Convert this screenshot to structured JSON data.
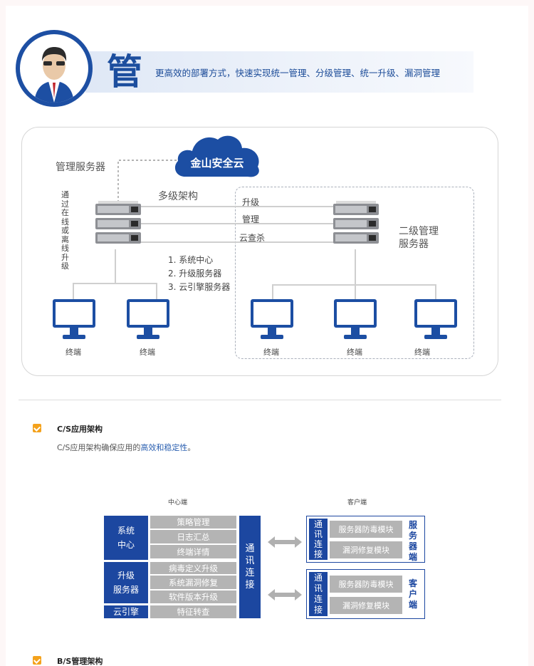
{
  "header": {
    "big_char": "管",
    "tagline": "更高效的部署方式，快速实现统一管理、分级管理、统一升级、漏洞管理"
  },
  "diagram1": {
    "mgmt_server_label": "管理服务器",
    "cloud_label": "金山安全云",
    "multi_level_label": "多级架构",
    "vertical_note": "通过在线或离线升级",
    "links": [
      "升级",
      "管理",
      "云查杀"
    ],
    "second_level_label_line1": "二级管理",
    "second_level_label_line2": "服务器",
    "components": [
      "1. 系统中心",
      "2. 升级服务器",
      "3. 云引擎服务器"
    ],
    "terminals": [
      "终端",
      "终端",
      "终端",
      "终端",
      "终端"
    ]
  },
  "section_cs": {
    "title": "C/S应用架构",
    "desc_prefix": "C/S应用架构确保应用的",
    "desc_highlight": "高效和稳定性",
    "desc_suffix": "。"
  },
  "diagram2": {
    "center_label": "中心端",
    "client_label": "客户端",
    "left_blocks": [
      {
        "name": "系统\n中心",
        "rows": [
          "策略管理",
          "日志汇总",
          "终端详情"
        ]
      },
      {
        "name": "升级\n服务器",
        "rows": [
          "病毒定义升级",
          "系统漏洞修复",
          "软件版本升级"
        ]
      },
      {
        "name": "云引擎",
        "rows": [
          "特征转查"
        ]
      }
    ],
    "comm_label": "通讯连接",
    "right_groups": [
      {
        "side": "服务器端",
        "rows": [
          "服务器防毒模块",
          "漏洞修复模块"
        ]
      },
      {
        "side": "客户端",
        "rows": [
          "服务器防毒模块",
          "漏洞修复模块"
        ]
      }
    ]
  },
  "section_bs": {
    "title": "B/S管理架构"
  },
  "colors": {
    "brand_blue": "#1c47a0",
    "check_orange": "#f4a21c",
    "row_gray": "#b4b4b4"
  }
}
